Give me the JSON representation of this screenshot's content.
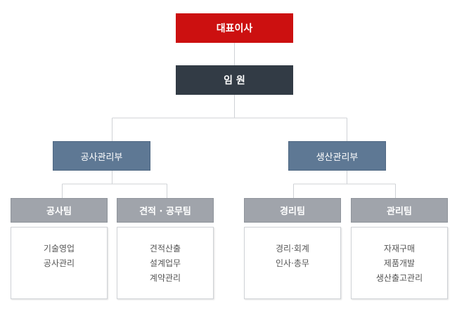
{
  "chart": {
    "root": "대표이사",
    "executive": "임 원",
    "departments": [
      {
        "name": "공사관리부",
        "teams": [
          {
            "name": "공사팀",
            "duties": [
              "기술영업",
              "공사관리"
            ]
          },
          {
            "name": "견적 · 공무팀",
            "duties": [
              "견적산출",
              "설계업무",
              "계약관리"
            ]
          }
        ]
      },
      {
        "name": "생산관리부",
        "teams": [
          {
            "name": "경리팀",
            "duties": [
              "경리·회계",
              "인사·총무"
            ]
          },
          {
            "name": "관리팀",
            "duties": [
              "자재구매",
              "제품개발",
              "생산출고관리"
            ]
          }
        ]
      }
    ]
  },
  "colors": {
    "root": "#cc1010",
    "executive": "#323b45",
    "department": "#5e7894",
    "team": "#a0a4ab",
    "connector": "#cfd2d6"
  }
}
